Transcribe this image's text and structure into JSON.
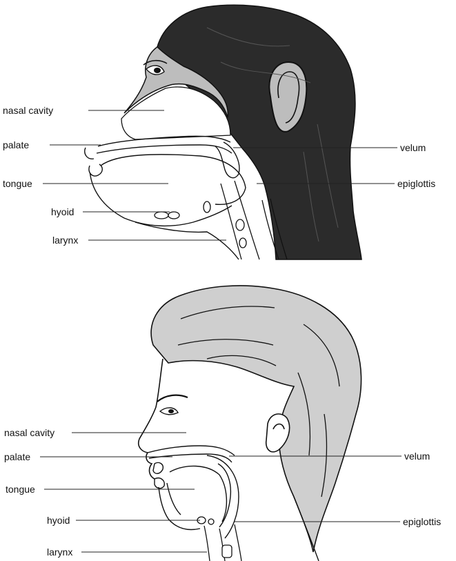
{
  "colors": {
    "ink": "#1a1a1a",
    "chimp_fur": "#2b2b2b",
    "chimp_face": "#bdbdbd",
    "human_hair": "#cfcfcf",
    "paper": "#ffffff"
  },
  "top_figure": {
    "labels": {
      "nasal_cavity": "nasal cavity",
      "palate": "palate",
      "tongue": "tongue",
      "hyoid": "hyoid",
      "larynx": "larynx",
      "velum": "velum",
      "epiglottis": "epiglottis"
    }
  },
  "bottom_figure": {
    "labels": {
      "nasal_cavity": "nasal cavity",
      "palate": "palate",
      "tongue": "tongue",
      "hyoid": "hyoid",
      "larynx": "larynx",
      "velum": "velum",
      "epiglottis": "epiglottis"
    }
  }
}
